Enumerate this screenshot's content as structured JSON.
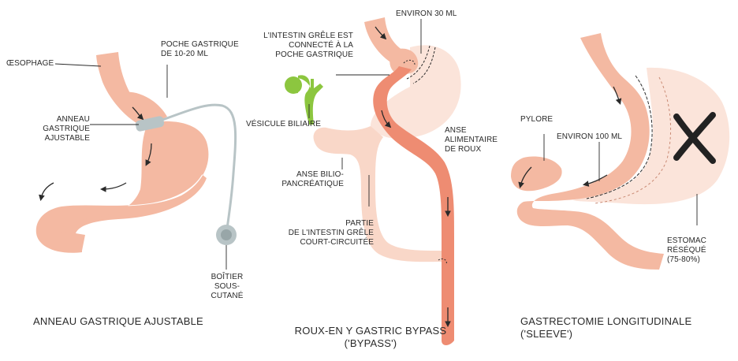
{
  "colors": {
    "organ": "#f4b9a2",
    "organ_light": "#f9d7c8",
    "organ_faint": "#fbe4da",
    "bypass_limb": "#ee8c72",
    "band": "#b8c4c6",
    "gallbladder": "#8cc63f",
    "ink": "#2a2a2a"
  },
  "panels": [
    {
      "title": "ANNEAU GASTRIQUE AJUSTABLE",
      "labels": {
        "oesophage": "ŒSOPHAGE",
        "poche": "POCHE GASTRIQUE\nDE 10-20 ML",
        "anneau": "ANNEAU GASTRIQUE\nAJUSTABLE",
        "boitier": "BOÎTIER\nSOUS-CUTANÉ"
      }
    },
    {
      "title": "ROUX-EN Y GASTRIC BYPASS\n('BYPASS')",
      "labels": {
        "environ30": "ENVIRON 30 ML",
        "intestin_connecte": "L'INTESTIN GRÊLE EST\nCONNECTÉ À LA\nPOCHE GASTRIQUE",
        "vesicule": "VÉSICULE BILIAIRE",
        "anse_alimentaire": "ANSE\nALIMENTAIRE\nDE ROUX",
        "anse_bilio": "ANSE BILIO-\nPANCRÉATIQUE",
        "partie": "PARTIE\nDE L'INTESTIN GRÊLE\nCOURT-CIRCUITÉE"
      }
    },
    {
      "title": "GASTRECTOMIE LONGITUDINALE ('SLEEVE')",
      "labels": {
        "pylore": "PYLORE",
        "environ100": "ENVIRON 100 ML",
        "estomac_reseque": "ESTOMAC RÉSÉQUÉ\n(75-80%)"
      }
    }
  ]
}
